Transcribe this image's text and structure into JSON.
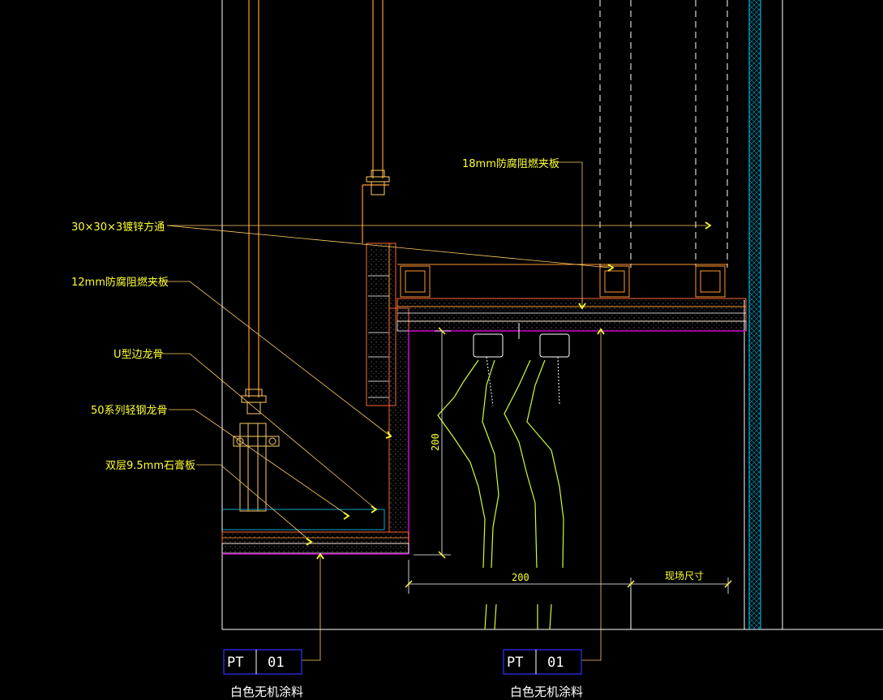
{
  "labels": {
    "board18": "18mm防腐阻燃夹板",
    "tube": "30×30×3镀锌方通",
    "board12": "12mm防腐阻燃夹板",
    "ukeel": "U型边龙骨",
    "keel50": "50系列轻钢龙骨",
    "gypsum": "双层9.5mm石膏板"
  },
  "dimensions": {
    "vertical": "200",
    "horizontal": "200",
    "site": "现场尺寸"
  },
  "tags": [
    {
      "code": "PT",
      "num": "01",
      "caption": "白色无机涂料"
    },
    {
      "code": "PT",
      "num": "01",
      "caption": "白色无机涂料"
    }
  ],
  "colors": {
    "background": "#000000",
    "text": "#ffff33",
    "outline": "#ffffff",
    "steel": "#ff9933",
    "board": "#ff6633",
    "paint": "#cc00cc",
    "glass": "#00ccff",
    "tag_box": "#3333ff",
    "leader": "#ffcc66"
  }
}
